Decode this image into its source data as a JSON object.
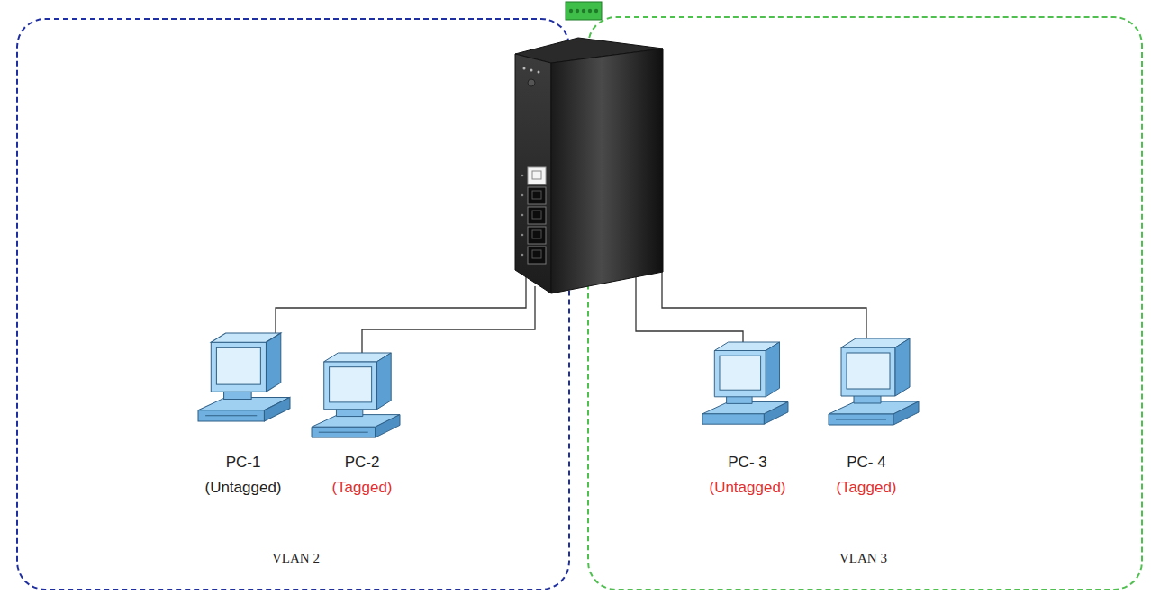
{
  "diagram": {
    "nodes": [
      {
        "text": [
          "VLAN 2"
        ]
      },
      {
        "text": [
          "PC-1",
          "(Untagged)"
        ],
        "in": 0
      },
      {
        "text": [
          "PC-2",
          "(Tagged)"
        ],
        "in": 0
      },
      {
        "text": [
          "VLAN 3"
        ]
      },
      {
        "text": [
          "PC- 3",
          "(Untagged)"
        ],
        "in": 3
      },
      {
        "text": [
          "PC- 4",
          "(Tagged)"
        ],
        "in": 3
      }
    ]
  }
}
